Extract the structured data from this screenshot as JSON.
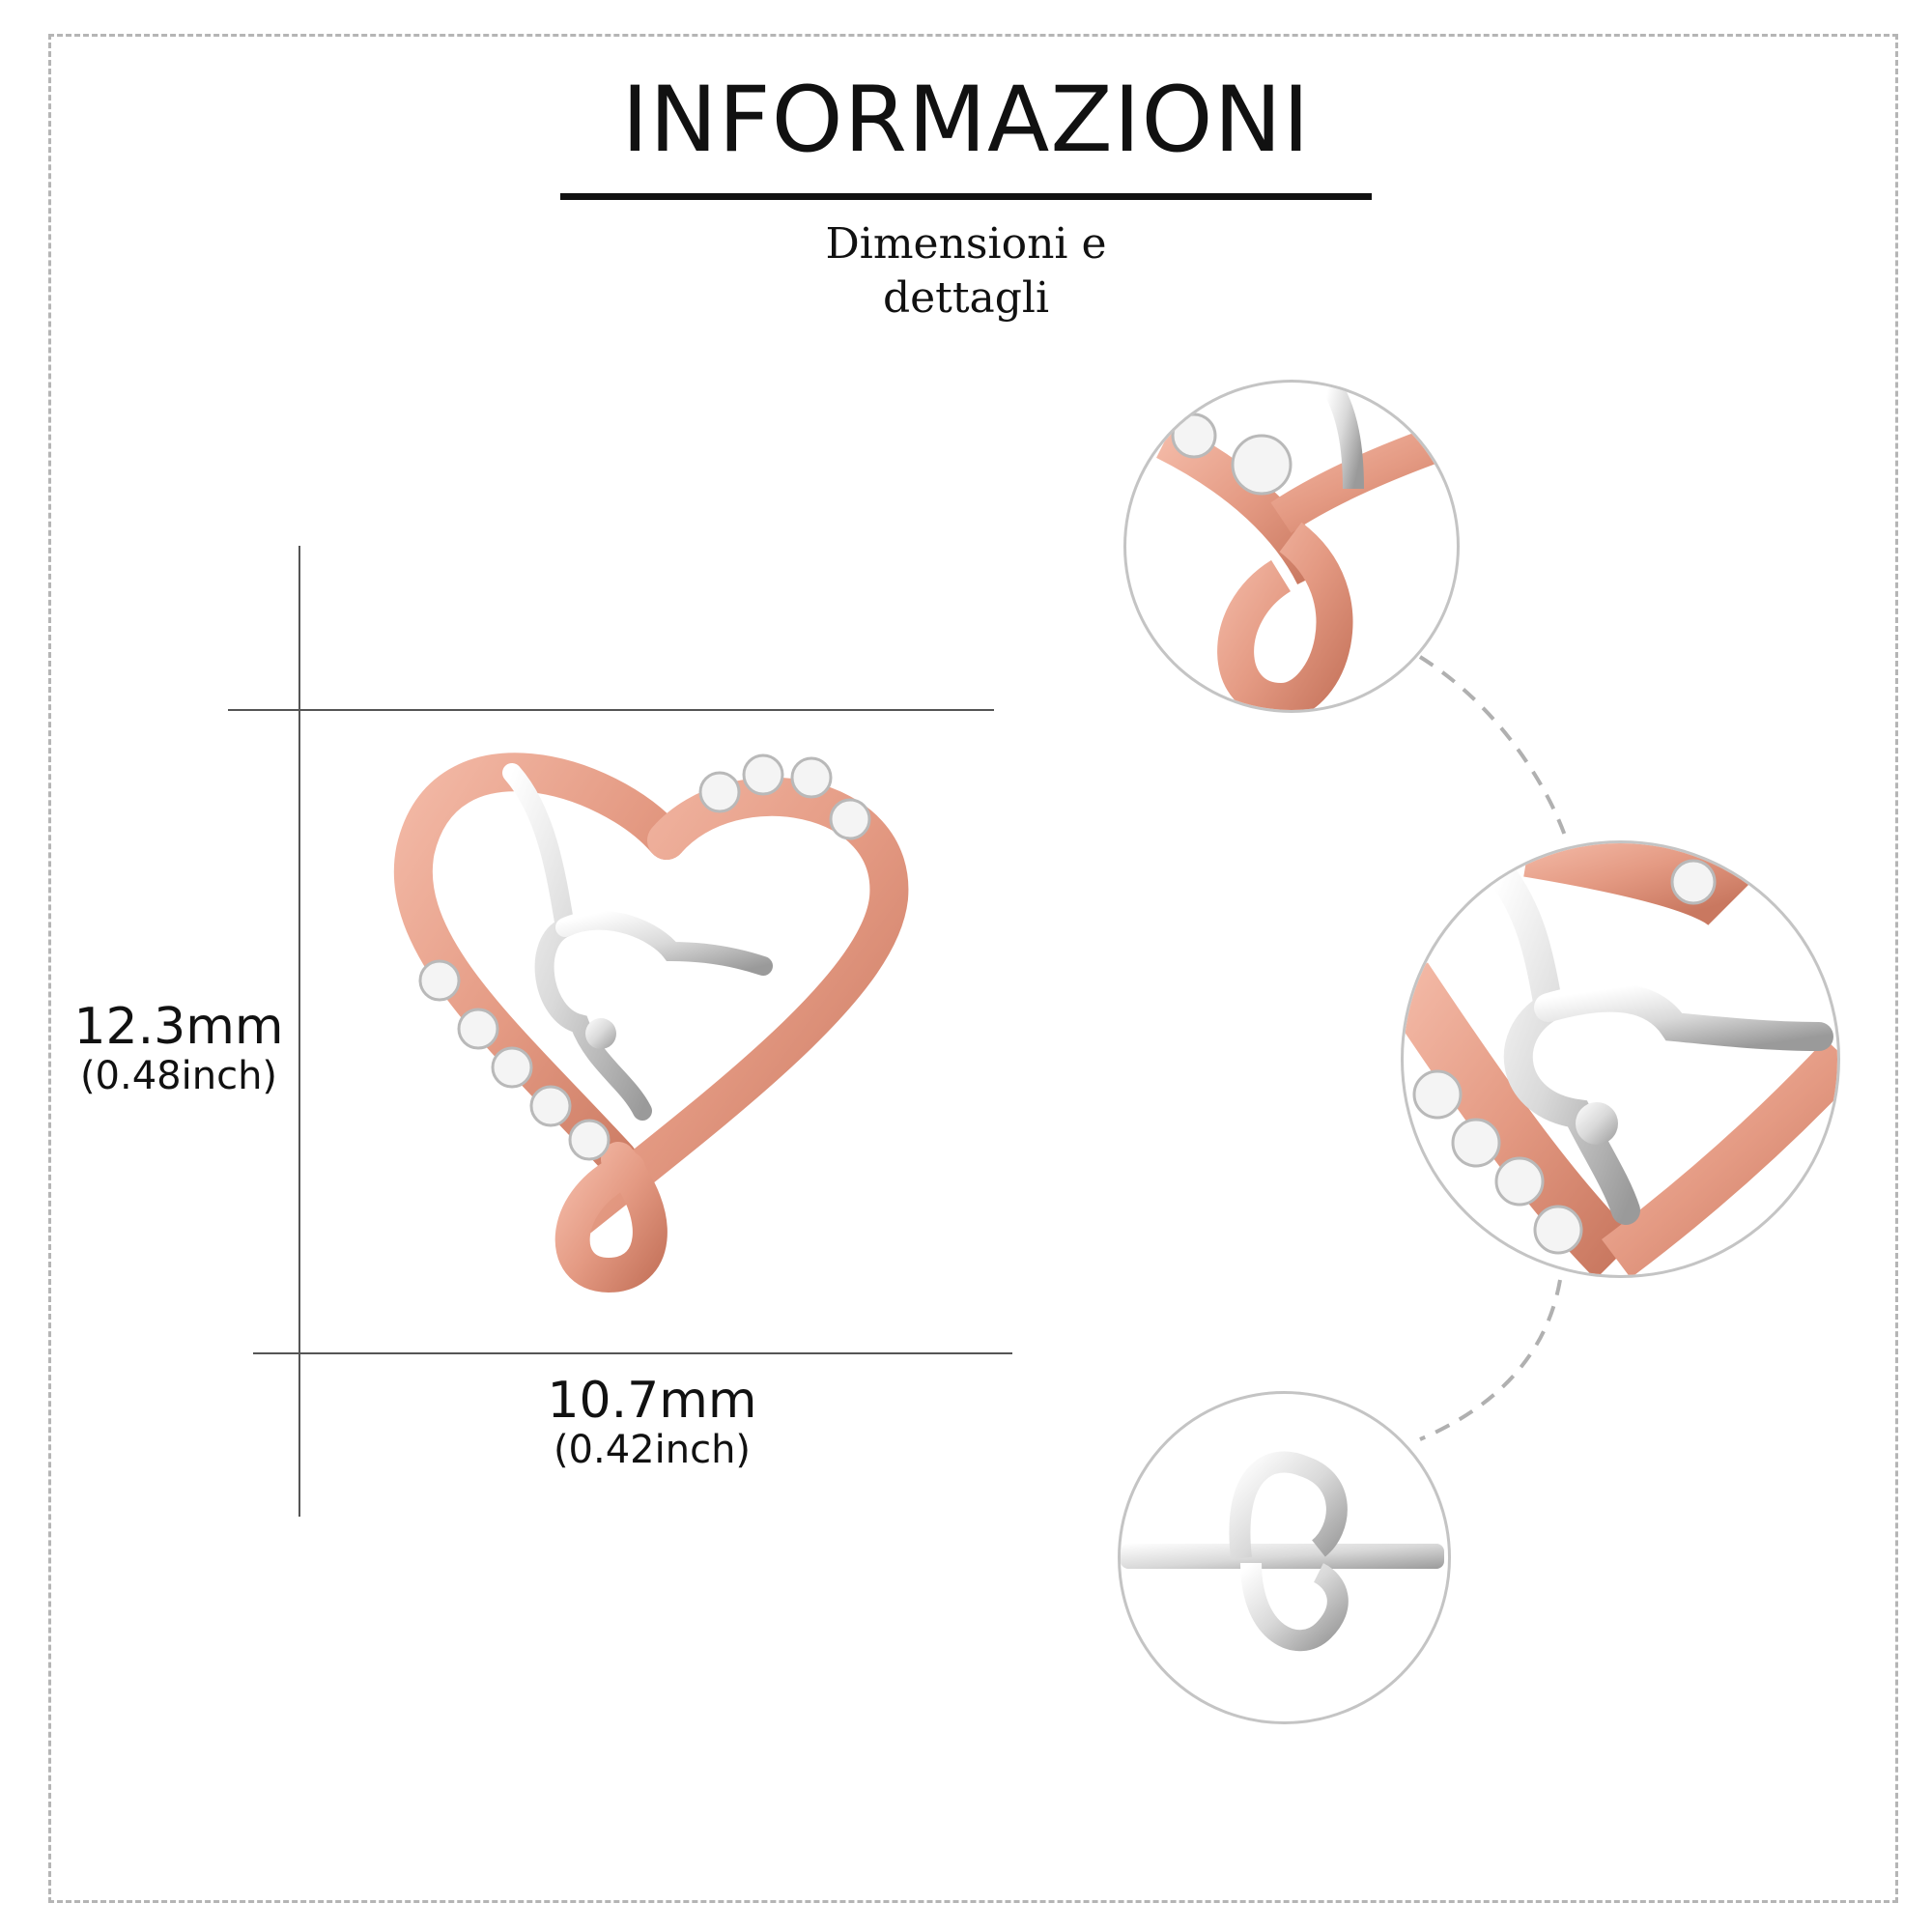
{
  "header": {
    "title": "INFORMAZIONI",
    "subtitle_line1": "Dimensioni e",
    "subtitle_line2": "dettagli"
  },
  "dimensions": {
    "height_mm": "12.3mm",
    "height_inch": "(0.48inch)",
    "width_mm": "10.7mm",
    "width_inch": "(0.42inch)"
  },
  "colors": {
    "rose_gold": "#e49a83",
    "silver": "#d9d9d9",
    "text": "#111111",
    "frame": "#b5b5b5"
  },
  "details": [
    {
      "icon": "infinity-loop-closeup-icon"
    },
    {
      "icon": "gymnast-figure-closeup-icon"
    },
    {
      "icon": "earring-back-closeup-icon"
    }
  ]
}
